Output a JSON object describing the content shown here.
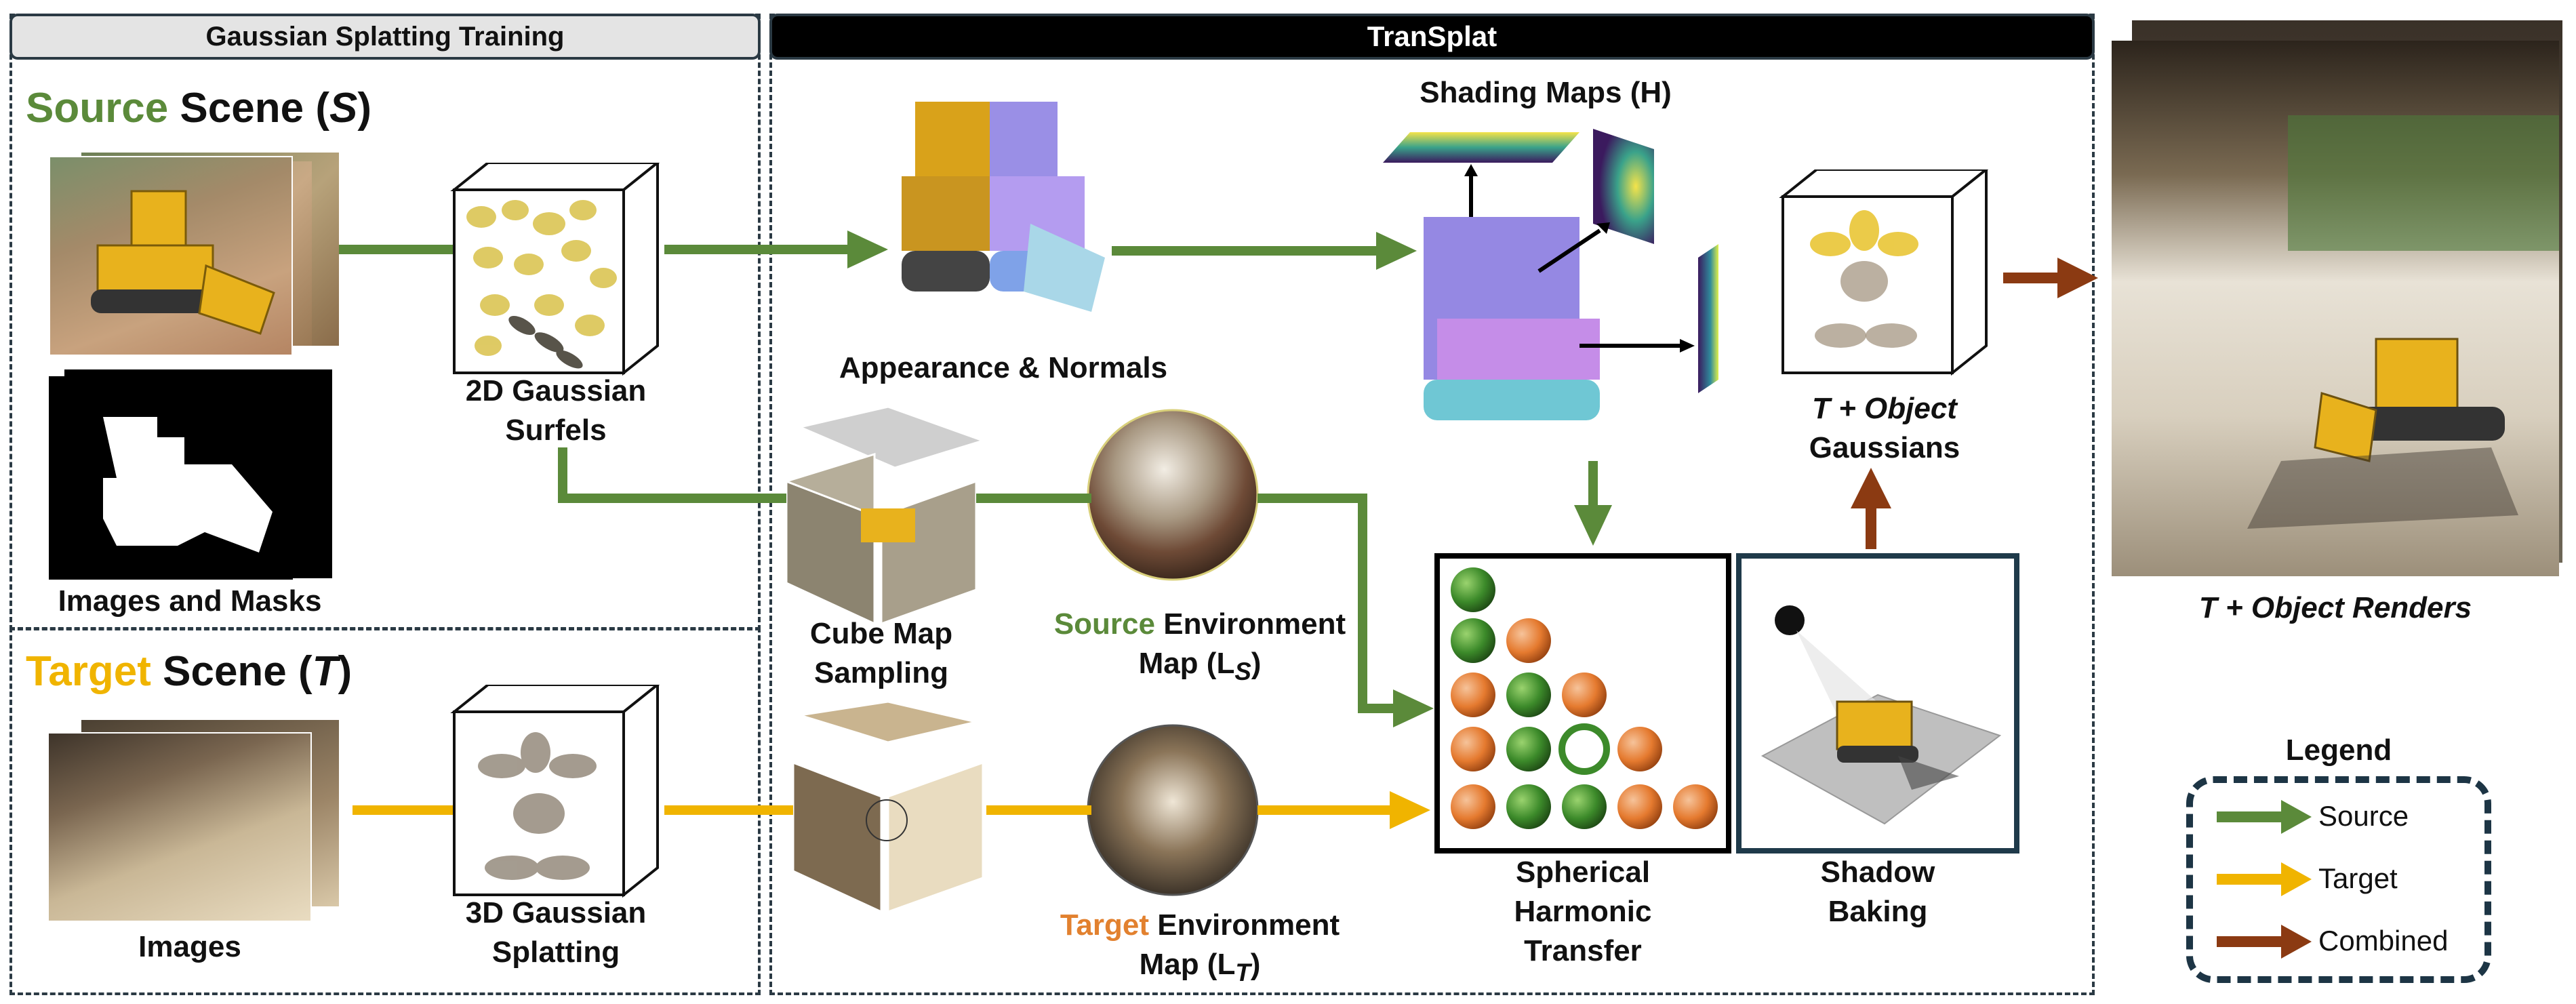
{
  "panels": {
    "gst_title": "Gaussian Splatting Training",
    "transplat_title": "TranSplat"
  },
  "source_scene": {
    "word": "Source",
    "rest": " Scene (",
    "symbol": "S",
    "close": ")"
  },
  "target_scene": {
    "word": "Target",
    "rest": " Scene (",
    "symbol": "T",
    "close": ")"
  },
  "labels": {
    "images_and_masks": "Images and Masks",
    "images": "Images",
    "surfels_1": "2D Gaussian",
    "surfels_2": "Surfels",
    "splat_1": "3D Gaussian",
    "splat_2": "Splatting",
    "appearance_normals": "Appearance & Normals",
    "cube_1": "Cube Map",
    "cube_2": "Sampling",
    "shading_maps": "Shading Maps (H)",
    "source_env_word": "Source",
    "source_env_rest": " Environment",
    "source_env_2": "Map (L",
    "source_env_sub": "S",
    "target_env_word": "Target",
    "target_env_rest": " Environment",
    "target_env_2": "Map (L",
    "target_env_sub": "T",
    "t_obj_gauss_1": "T + Object",
    "t_obj_gauss_2": "Gaussians",
    "sh_1": "Spherical",
    "sh_2": "Harmonic",
    "sh_3": "Transfer",
    "shadow_1": "Shadow",
    "shadow_2": "Baking",
    "renders": "T + Object Renders"
  },
  "legend": {
    "title": "Legend",
    "items": [
      {
        "label": "Source",
        "color": "#5b8a3a"
      },
      {
        "label": "Target",
        "color": "#f0b400"
      },
      {
        "label": "Combined",
        "color": "#8b3a12"
      }
    ]
  },
  "colors": {
    "source": "#5b8a3a",
    "target": "#f0b400",
    "combined": "#8b3a12",
    "panel_border": "#2b3a44"
  }
}
